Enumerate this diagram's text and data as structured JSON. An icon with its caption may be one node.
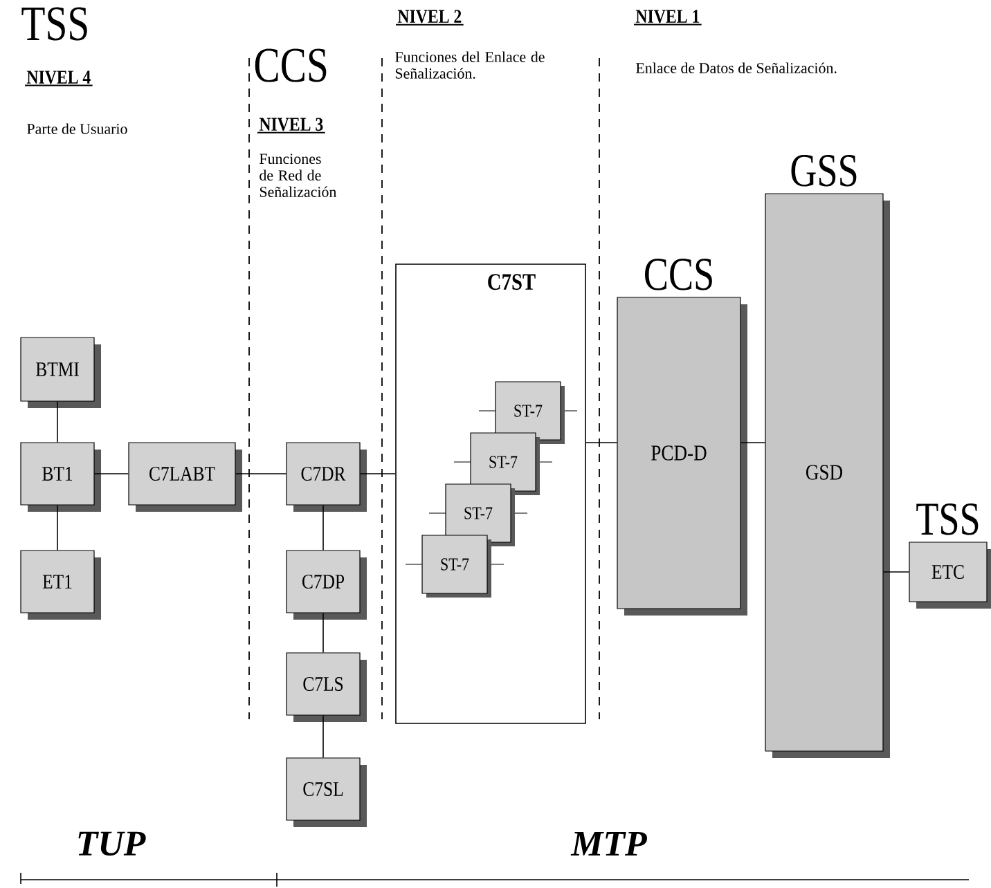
{
  "diagram": {
    "nodes": [
      {
        "text": [
          "BTMI"
        ]
      },
      {
        "text": [
          "BT1"
        ]
      },
      {
        "text": [
          "ET1"
        ]
      },
      {
        "text": [
          "C7LABT"
        ]
      },
      {
        "text": [
          "C7DR"
        ]
      },
      {
        "text": [
          "C7DP"
        ]
      },
      {
        "text": [
          "C7LS"
        ]
      },
      {
        "text": [
          "C7SL"
        ]
      },
      {
        "text": [
          "C7ST"
        ]
      },
      {
        "text": [
          "ST-7"
        ],
        "in": 8
      },
      {
        "text": [
          "ST-7"
        ],
        "in": 8
      },
      {
        "text": [
          "ST-7"
        ],
        "in": 8
      },
      {
        "text": [
          "ST-7"
        ],
        "in": 8
      },
      {
        "text": [
          "CCS",
          "PCD-D"
        ]
      },
      {
        "text": [
          "GSS",
          "GSD"
        ]
      },
      {
        "text": [
          "TSS",
          "ETC"
        ]
      }
    ],
    "edges": [
      {
        "from": 0,
        "to": 1,
        "arrow": "none"
      },
      {
        "from": 1,
        "to": 2,
        "arrow": "none"
      },
      {
        "from": 1,
        "to": 3,
        "arrow": "none"
      },
      {
        "from": 3,
        "to": 4,
        "arrow": "none"
      },
      {
        "from": 4,
        "to": 5,
        "arrow": "none"
      },
      {
        "from": 5,
        "to": 6,
        "arrow": "none"
      },
      {
        "from": 6,
        "to": 7,
        "arrow": "none"
      },
      {
        "from": 4,
        "to": 8,
        "arrow": "none"
      },
      {
        "from": 8,
        "to": 13,
        "arrow": "none"
      },
      {
        "from": 13,
        "to": 14,
        "arrow": "none"
      },
      {
        "from": 14,
        "to": 15,
        "arrow": "none"
      }
    ],
    "labels": [
      "TSS",
      "NIVEL 4",
      "Parte de Usuario",
      "CCS",
      "NIVEL 3",
      "Funciones de Red de Señalización",
      "NIVEL 2",
      "Funciones del Enlace de Señalización.",
      "NIVEL 1",
      "Enlace de Datos de Señalización.",
      "TUP",
      "MTP"
    ]
  }
}
